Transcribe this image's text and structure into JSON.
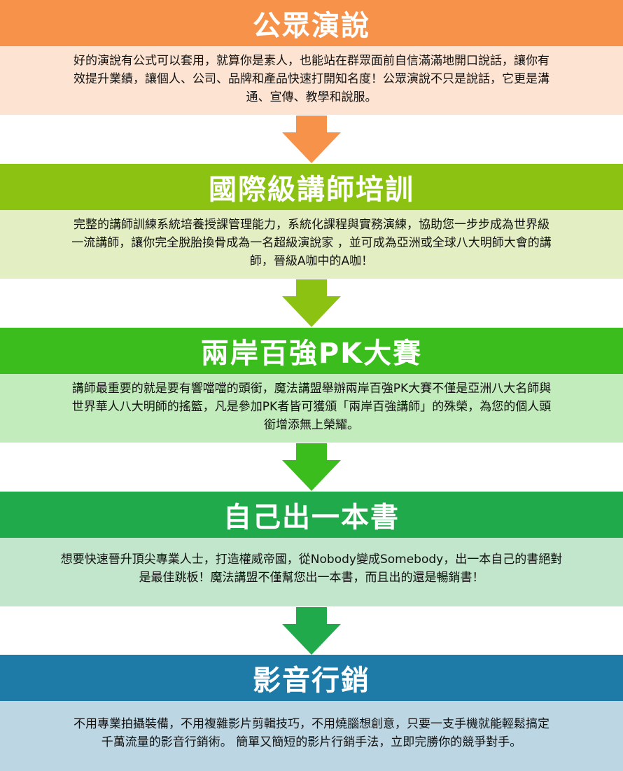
{
  "sections": [
    {
      "title": "公眾演說",
      "description": "好的演說有公式可以套用，就算你是素人，也能站在群眾面前自信滿滿地開口說話，讓你有\n效提升業績，讓個人、公司、品牌和產品快速打開知名度！公眾演說不只是說話，它更是溝\n通、宣傳、教學和說服。",
      "title_color": "#f7924b",
      "desc_bg": "#fde3d1",
      "arrow_color": "#f7924b"
    },
    {
      "title": "國際級講師培訓",
      "description": "完整的講師訓練系統培養授課管理能力，系統化課程與實務演練，協助您一步步成為世界級\n一流講師，讓你完全脫胎換骨成為一名超級演說家 ，並可成為亞洲或全球八大明師大會的講\n師，晉級A咖中的A咖！",
      "title_color": "#8cc313",
      "desc_bg": "#e3efc2",
      "arrow_color": "#8cc313"
    },
    {
      "title": "兩岸百強PK大賽",
      "description": "講師最重要的就是要有響噹噹的頭銜，魔法講盟舉辦兩岸百強PK大賽不僅是亞洲八大名師與\n世界華人八大明師的搖籃，凡是參加PK者皆可獲頒「兩岸百強講師」的殊榮，為您的個人頭\n銜增添無上榮耀。",
      "title_color": "#3bbd1e",
      "desc_bg": "#c3ecbc",
      "arrow_color": "#3bbd1e"
    },
    {
      "title": "自己出一本書",
      "description": "想要快速晉升頂尖專業人士，打造權威帝國，從Nobody變成Somebody，出一本自己的書絕對\n是最佳跳板！魔法講盟不僅幫您出一本書，而且出的還是暢銷書！",
      "title_color": "#20aa4c",
      "desc_bg": "#c1e6cb",
      "arrow_color": "#20aa4c"
    },
    {
      "title": "影音行銷",
      "description": "不用專業拍攝裝備，不用複雜影片剪輯技巧，不用燒腦想創意，只要一支手機就能輕鬆搞定\n千萬流量的影音行銷術。 簡單又簡短的影片行銷手法，立即完勝你的競爭對手。",
      "title_color": "#1e7ba8",
      "desc_bg": "#bcd7e3",
      "arrow_color": ""
    }
  ]
}
